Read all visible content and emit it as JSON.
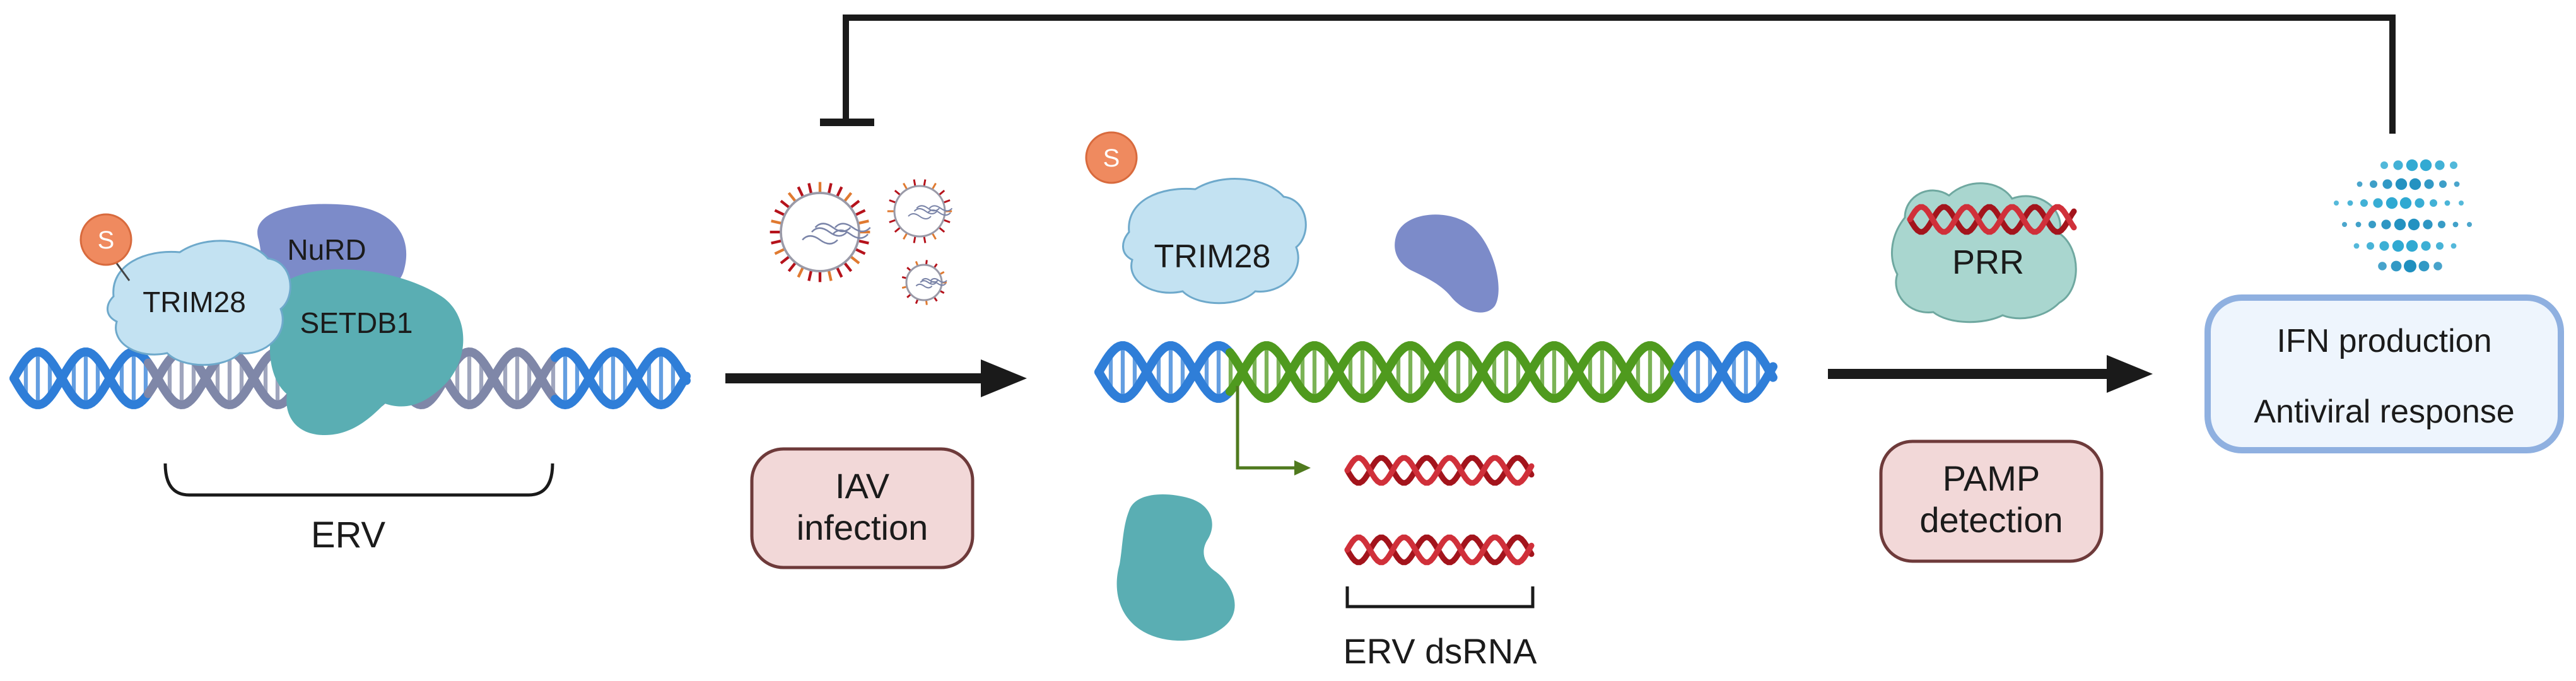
{
  "left_panel": {
    "marker_s": "S",
    "trim28": "TRIM28",
    "nurd": "NuRD",
    "setdb1": "SETDB1",
    "erv": "ERV"
  },
  "step1": {
    "line1": "IAV",
    "line2": "infection"
  },
  "middle_panel": {
    "marker_s": "S",
    "trim28": "TRIM28",
    "dsrna_label": "ERV dsRNA"
  },
  "step2": {
    "line1": "PAMP",
    "line2": "detection",
    "prr": "PRR"
  },
  "outcome": {
    "line1": "IFN production",
    "line2": "Antiviral response"
  },
  "colors": {
    "dna_blue": "#2f7ed8",
    "dna_grey": "#7f87a8",
    "dna_green": "#4f9a1e",
    "rna_red": "#a3141c",
    "trim28_fill": "#c3e2f2",
    "nurd_fill": "#7c8bc9",
    "setdb1_fill": "#5aaeb3",
    "sumo_fill": "#ef8a5f",
    "prr_fill": "#a9d6cf",
    "step_box_fill": "#f2d8d8",
    "step_box_stroke": "#6e3a3a",
    "outcome_fill": "#eef5fd",
    "outcome_stroke": "#8fb0e0",
    "ifn_dots": "#2aa7d1"
  }
}
